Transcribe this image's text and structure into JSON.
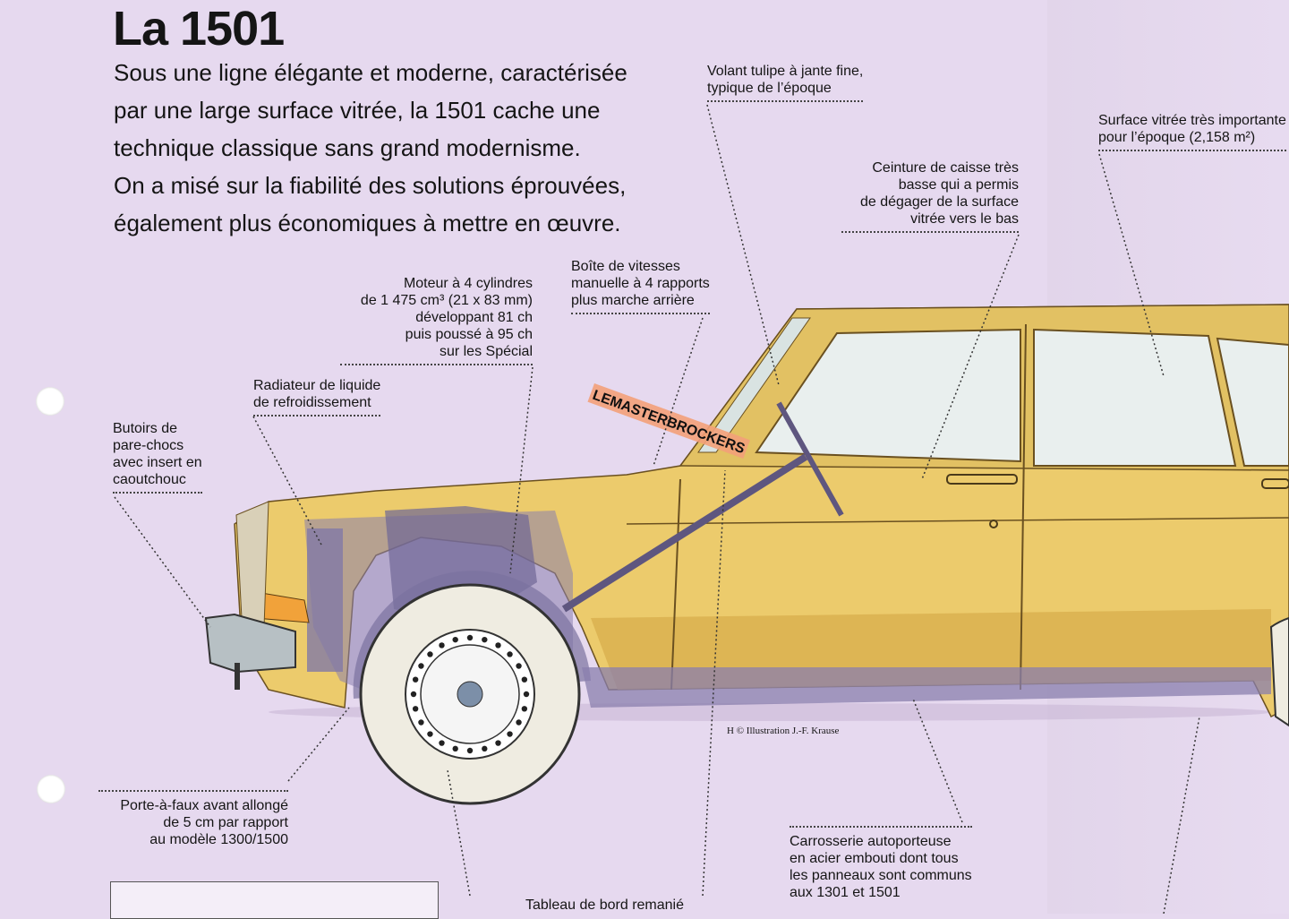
{
  "title": "La 1501",
  "intro": [
    "Sous une ligne élégante et moderne, caractérisée",
    "par une large surface vitrée, la 1501 cache une",
    "technique classique sans grand modernisme.",
    "On a misé sur la fiabilité des solutions éprouvées,",
    "également plus économiques à mettre en œuvre."
  ],
  "labels": {
    "volant": [
      "Volant tulipe à jante fine,",
      "typique de l’époque"
    ],
    "surface": [
      "Surface vitrée très importante",
      "pour l’époque (2,158 m²)"
    ],
    "ceinture": [
      "Ceinture de caisse très",
      "basse qui a permis",
      "de dégager de la surface",
      "vitrée vers le bas"
    ],
    "boite": [
      "Boîte de vitesses",
      "manuelle à 4 rapports",
      "plus marche arrière"
    ],
    "moteur": [
      "Moteur à 4 cylindres",
      "de 1 475 cm³ (21 x 83 mm)",
      "développant 81 ch",
      "puis poussé à 95 ch",
      "sur les Spécial"
    ],
    "radiateur": [
      "Radiateur de liquide",
      "de refroidissement"
    ],
    "butoirs": [
      "Butoirs de",
      "pare-chocs",
      "avec insert en",
      "caoutchouc"
    ],
    "porte": [
      "Porte-à-faux avant allongé",
      "de 5 cm par rapport",
      "au modèle 1300/1500"
    ],
    "carrosserie": [
      "Carrosserie autoporteuse",
      "en acier embouti dont tous",
      "les panneaux sont communs",
      "aux 1301 et 1501"
    ],
    "tableau": [
      "Tableau de bord remanié"
    ]
  },
  "credit": "H © Illustration J.-F. Krause",
  "watermark": "LEMASTERBROCKERS",
  "colors": {
    "background": "#e6d9ef",
    "car_body": "#eccb6c",
    "car_shadow": "#d8ad4c",
    "glass": "#e9efee",
    "mechanics": "#8a7fae",
    "tire": "#f0ede2",
    "watermark_bg": "#f3a079"
  }
}
